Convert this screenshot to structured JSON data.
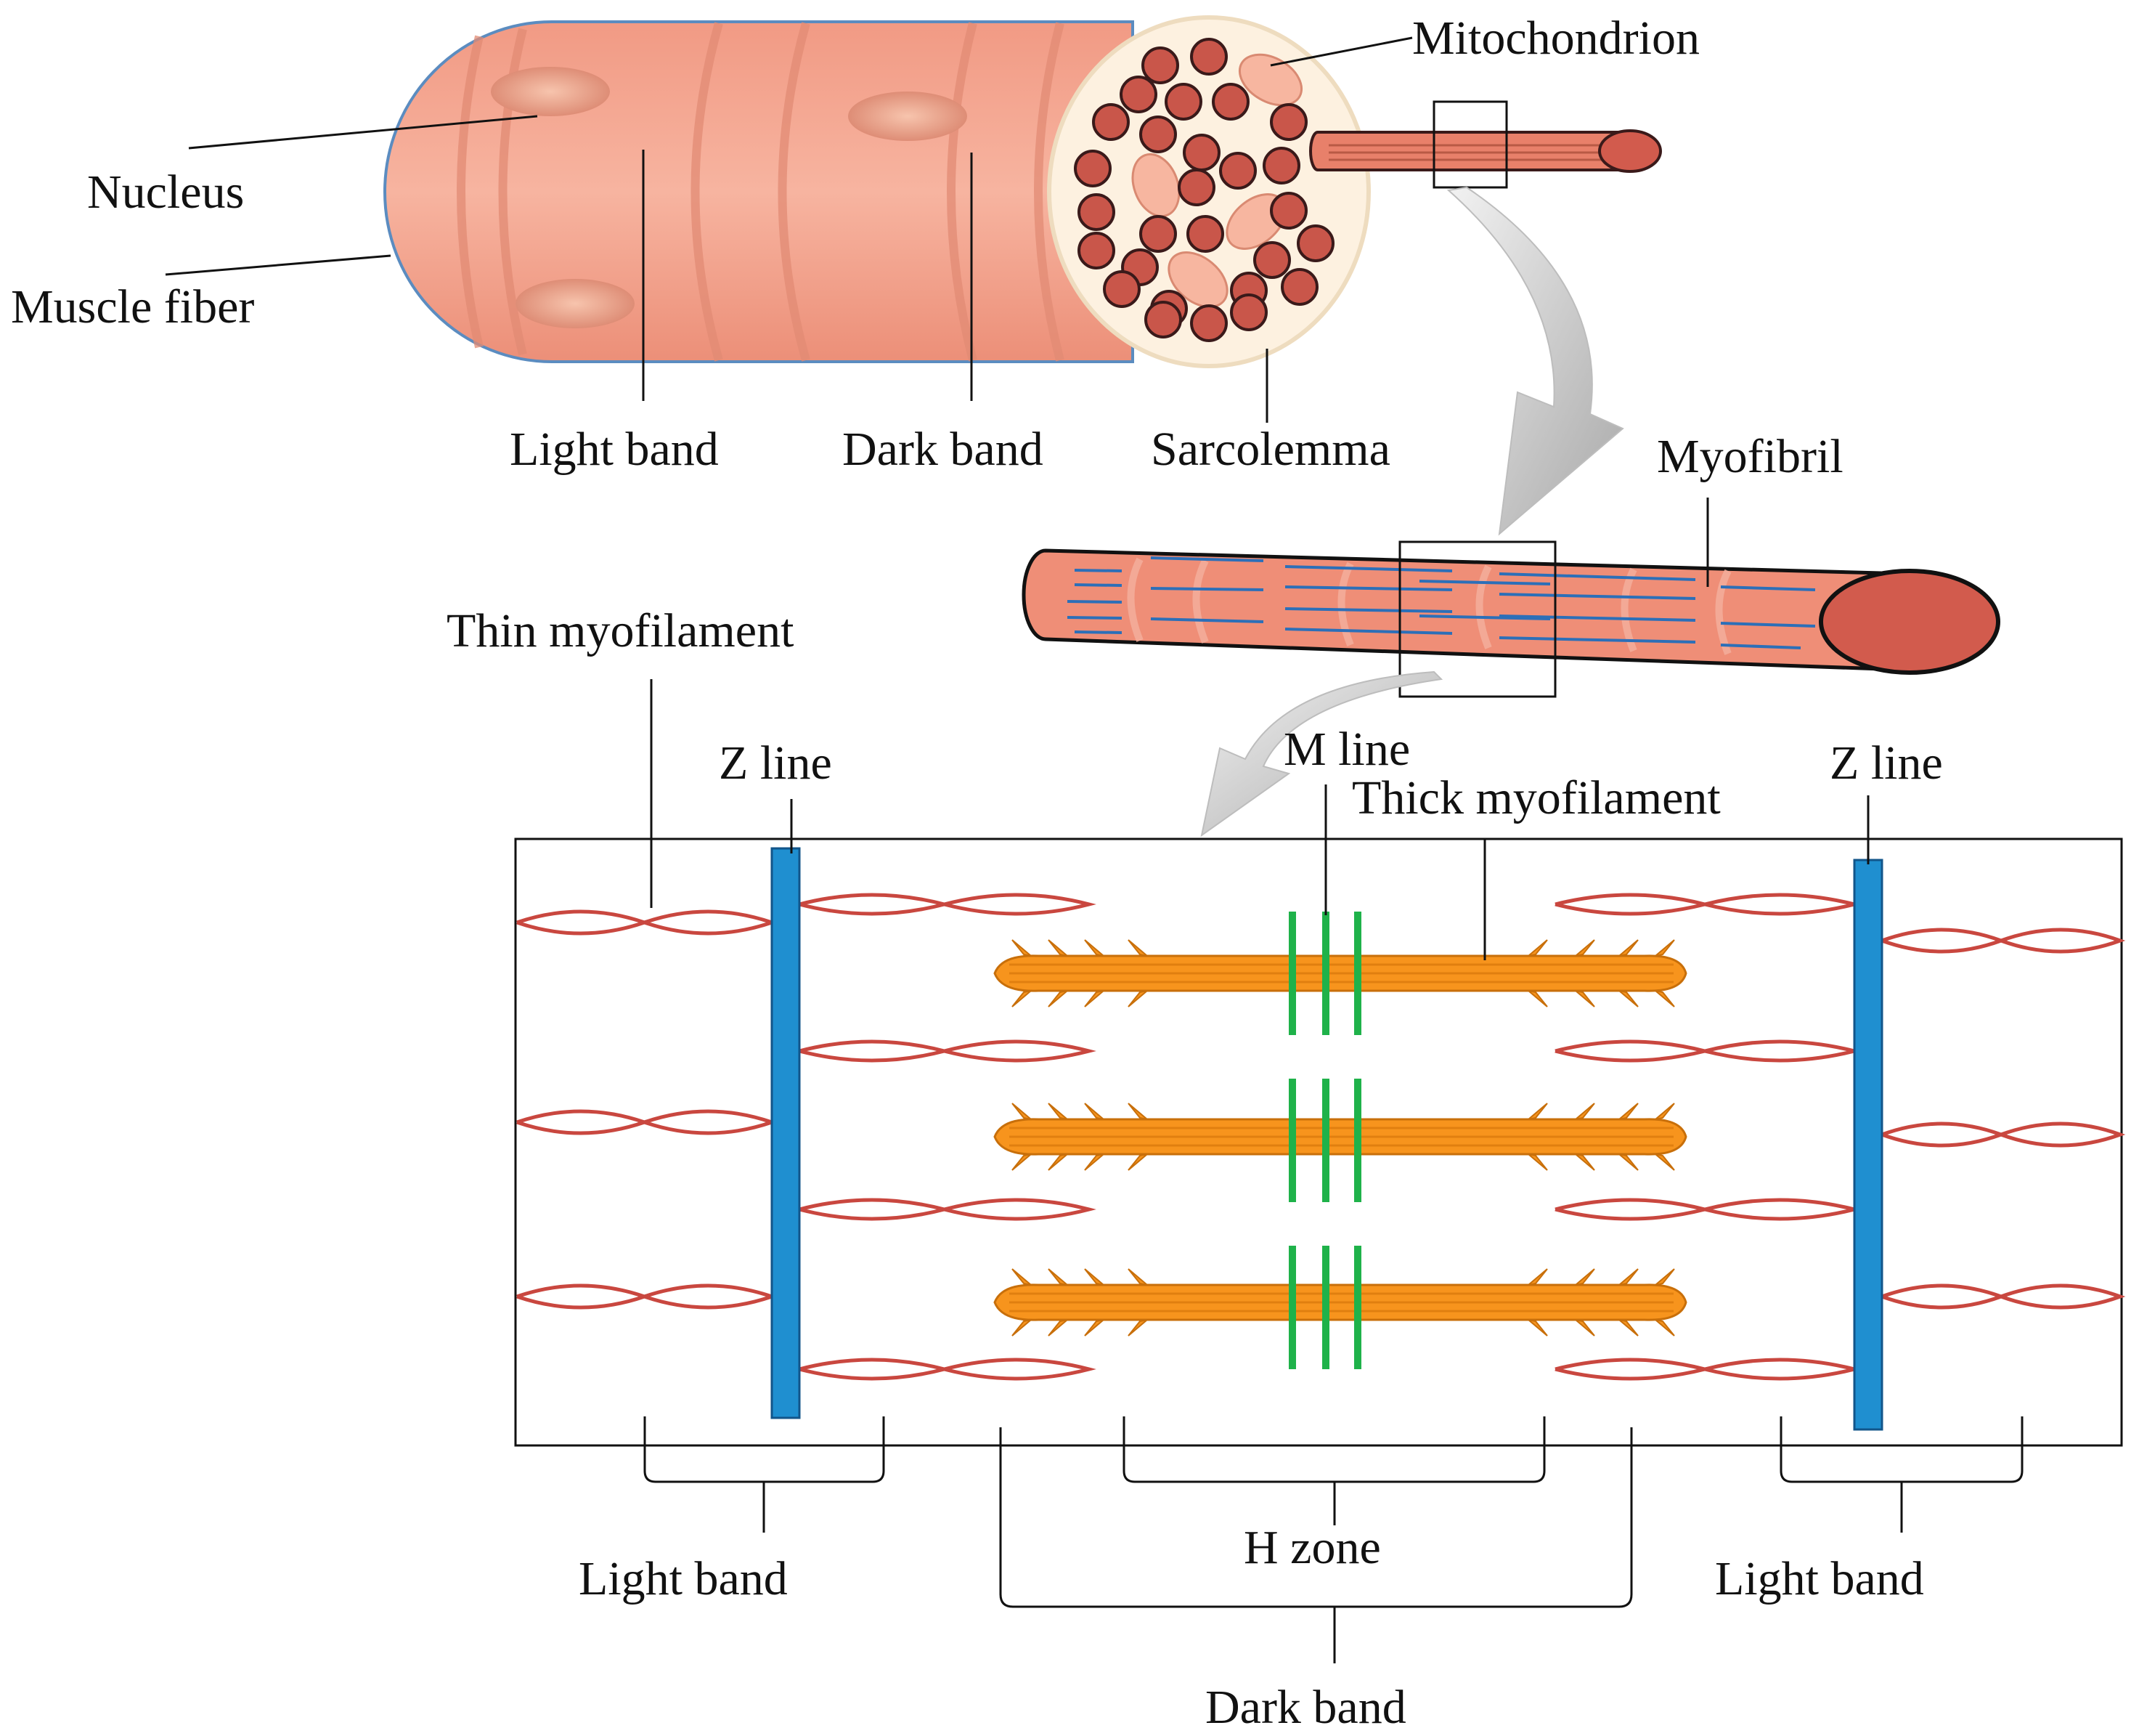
{
  "labels": {
    "mitochondrion": "Mitochondrion",
    "nucleus": "Nucleus",
    "muscle_fiber": "Muscle fiber",
    "light_band_top": "Light band",
    "dark_band_top": "Dark band",
    "sarcolemma": "Sarcolemma",
    "myofibril": "Myofibril",
    "thin_myofilament": "Thin myofilament",
    "z_line_left": "Z line",
    "m_line": "M line",
    "thick_myofilament": "Thick myofilament",
    "z_line_right": "Z line",
    "light_band_left": "Light band",
    "h_zone": "H zone",
    "light_band_right": "Light band",
    "dark_band_bottom": "Dark band"
  },
  "colors": {
    "fiber_fill": "#f4a58e",
    "fiber_band": "#e8907a",
    "fiber_outline": "#5b8cc0",
    "myofibril_dot": "#c9564a",
    "cross_section_bg": "#fdf1e0",
    "thin_filament": "#c9473f",
    "thick_filament": "#f7941d",
    "z_line": "#1f8fd0",
    "m_line": "#1fb24a",
    "arrow": "#c8c8c8"
  },
  "icons": {
    "big_arrow": "curved-arrow-icon",
    "small_arrow": "curved-arrow-icon"
  }
}
